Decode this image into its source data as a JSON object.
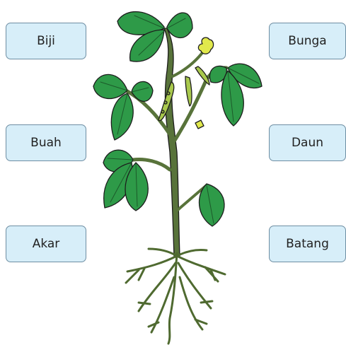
{
  "labels": {
    "left": [
      "Biji",
      "Buah",
      "Akar"
    ],
    "right": [
      "Bunga",
      "Daun",
      "Batang"
    ]
  },
  "colors": {
    "box_fill": "#d7eef9",
    "box_border": "#6e8ea3",
    "leaf": "#2e9a48",
    "stem": "#58733a",
    "flower": "#e1e94c",
    "pod": "#a9c94d"
  }
}
